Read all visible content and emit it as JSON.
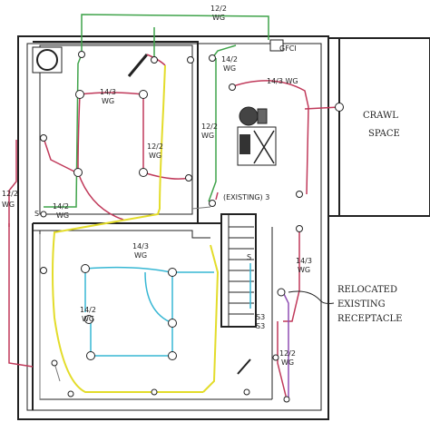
{
  "colors": {
    "green": "#3fa34a",
    "red": "#c0395a",
    "yellow": "#e3dc2a",
    "cyan": "#37b7d4",
    "purple": "#8f4fb3",
    "ink": "#222222"
  },
  "labels": {
    "top_wire": "12/2",
    "top_wire_sub": "WG",
    "gfci": "GFCI",
    "wire_14_2_top": "14/2",
    "wire_14_2_top_sub": "WG",
    "wire_14_3_top": "14/3 WG",
    "wire_14_3_room": "14/3",
    "wire_14_3_room_sub": "WG",
    "wire_12_2_mid": "12/2",
    "wire_12_2_mid_sub": "WG",
    "wire_12_2_right": "12/2",
    "wire_12_2_right_sub": "WG",
    "wire_12_2_left": "12/2",
    "wire_12_2_left_sub": "WG",
    "wire_14_2_sw": "14/2",
    "wire_14_2_sw_sub": "WG",
    "existing": "(EXISTING) 3",
    "crawl_1": "CRAWL",
    "crawl_2": "SPACE",
    "wire_14_3_lower": "14/3",
    "wire_14_3_lower_sub": "WG",
    "wire_14_3_stair": "14/3",
    "wire_14_3_stair_sub": "WG",
    "wire_14_2_lower": "14/2",
    "wire_14_2_lower_sub": "WG",
    "wire_12_2_bottom": "12/2",
    "wire_12_2_bottom_sub": "WG",
    "reloc_1": "RELOCATED",
    "reloc_2": "EXISTING",
    "reloc_3": "RECEPTACLE",
    "sw_s": "S",
    "sw_s3": "S3"
  }
}
